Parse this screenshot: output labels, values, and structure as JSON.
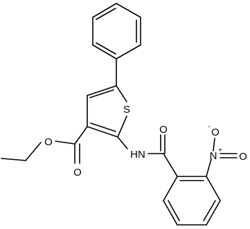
{
  "molecule": {
    "atoms": {
      "sulfur": "S",
      "amide_nitrogen": "HN",
      "amide_oxygen": "O",
      "ester_ether_oxygen": "O",
      "ester_carbonyl_oxygen": "O",
      "nitro_nitrogen": "N",
      "nitro_nitrogen_charge": "+",
      "nitro_oxygen_top": "O",
      "nitro_oxygen_top_charge": "-",
      "nitro_oxygen_right": "O"
    },
    "colors": {
      "bond": "#000000",
      "label": "#000000",
      "background": "#ffffff"
    }
  }
}
